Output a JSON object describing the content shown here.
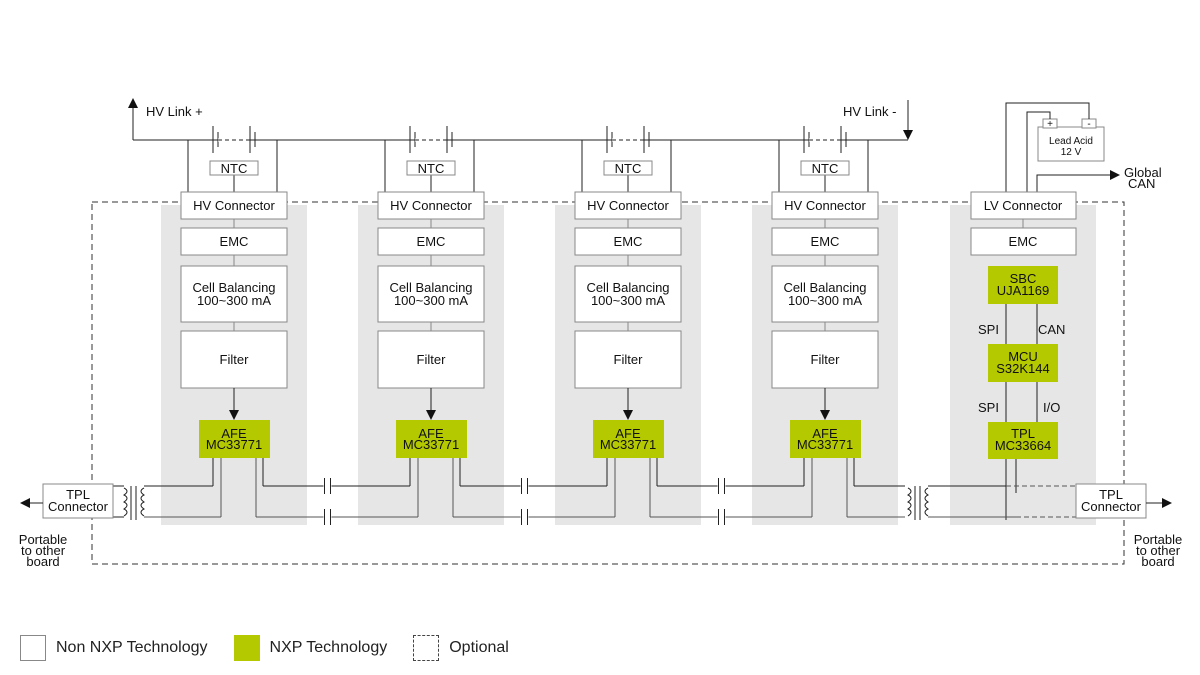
{
  "title": "Battery Management System Block Diagram",
  "colors": {
    "nxp": "#b5c900",
    "module_bg": "#e6e6e6",
    "line": "#222222"
  },
  "hv_link_plus": "HV Link +",
  "hv_link_minus": "HV Link -",
  "cell_modules": [
    {
      "ntc": "NTC",
      "connector": "HV Connector",
      "emc": "EMC",
      "balancing": [
        "Cell Balancing",
        "100~300 mA"
      ],
      "filter": "Filter",
      "afe": [
        "AFE",
        "MC33771"
      ]
    },
    {
      "ntc": "NTC",
      "connector": "HV Connector",
      "emc": "EMC",
      "balancing": [
        "Cell Balancing",
        "100~300 mA"
      ],
      "filter": "Filter",
      "afe": [
        "AFE",
        "MC33771"
      ]
    },
    {
      "ntc": "NTC",
      "connector": "HV Connector",
      "emc": "EMC",
      "balancing": [
        "Cell Balancing",
        "100~300 mA"
      ],
      "filter": "Filter",
      "afe": [
        "AFE",
        "MC33771"
      ]
    },
    {
      "ntc": "NTC",
      "connector": "HV Connector",
      "emc": "EMC",
      "balancing": [
        "Cell Balancing",
        "100~300 mA"
      ],
      "filter": "Filter",
      "afe": [
        "AFE",
        "MC33771"
      ]
    }
  ],
  "controller": {
    "connector": "LV Connector",
    "emc": "EMC",
    "sbc": [
      "SBC",
      "UJA1169"
    ],
    "mcu": [
      "MCU",
      "S32K144"
    ],
    "tpl": [
      "TPL",
      "MC33664"
    ],
    "bus_sbc_mcu_left": "SPI",
    "bus_sbc_mcu_right": "CAN",
    "bus_mcu_tpl_left": "SPI",
    "bus_mcu_tpl_right": "I/O"
  },
  "battery": {
    "plus": "+",
    "minus": "-",
    "label": [
      "Lead Acid",
      "12 V"
    ]
  },
  "global_can": [
    "Global",
    "CAN"
  ],
  "tpl_left": {
    "label": [
      "TPL",
      "Connector"
    ],
    "note": [
      "Portable",
      "to other",
      "board"
    ]
  },
  "tpl_right": {
    "label": [
      "TPL",
      "Connector"
    ],
    "note": [
      "Portable",
      "to other",
      "board"
    ]
  },
  "legend": [
    {
      "label": "Non NXP Technology"
    },
    {
      "label": "NXP Technology"
    },
    {
      "label": "Optional"
    }
  ]
}
